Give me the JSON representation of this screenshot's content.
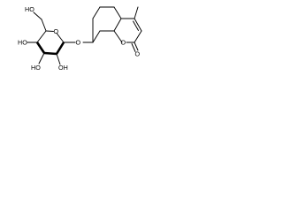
{
  "molecule": {
    "atom_labels": {
      "ring_oxygen": "O",
      "glycosidic_oxygen": "O",
      "lactone_ring_oxygen": "O",
      "carbonyl_oxygen": "O",
      "primary_hydroxyl": "HO",
      "hydroxyl_c4": "HO",
      "hydroxyl_c3": "HO",
      "hydroxyl_c2": "OH"
    },
    "colors": {
      "bond": "#000000",
      "label": "#000000",
      "background": "#ffffff"
    }
  }
}
